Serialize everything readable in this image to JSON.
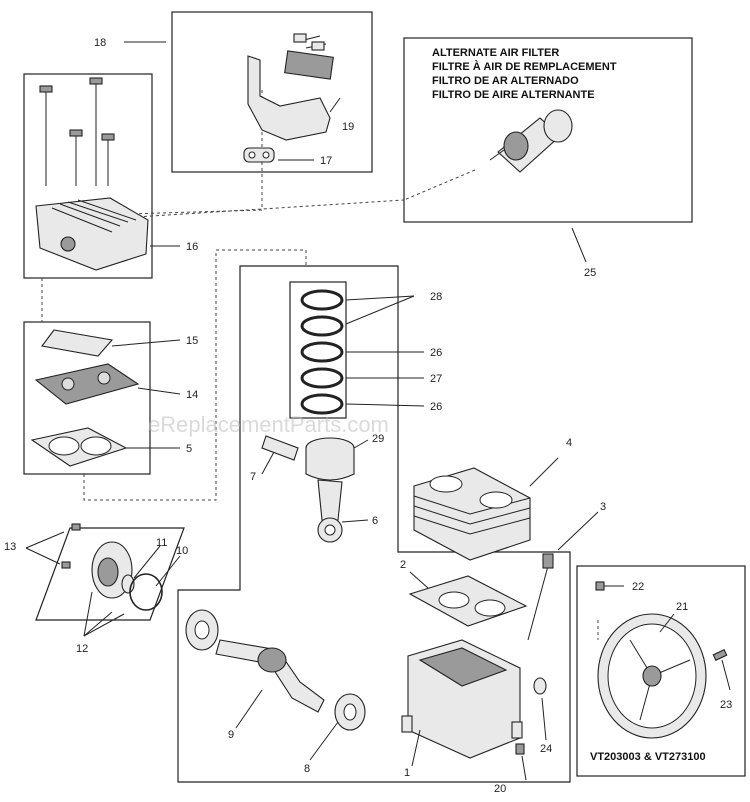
{
  "watermark": "eReplacementParts.com",
  "filter_labels": [
    "ALTERNATE AIR FILTER",
    "FILTRE À AIR DE REMPLACEMENT",
    "FILTRO DE AR ALTERNADO",
    "FILTRO DE AIRE ALTERNANTE"
  ],
  "model_label": "VT203003 & VT273100",
  "callouts": {
    "c1": "1",
    "c2": "2",
    "c3": "3",
    "c4": "4",
    "c5": "5",
    "c6": "6",
    "c7": "7",
    "c8": "8",
    "c9": "9",
    "c10": "10",
    "c11": "11",
    "c12": "12",
    "c13": "13",
    "c14": "14",
    "c15": "15",
    "c16": "16",
    "c17": "17",
    "c18": "18",
    "c19": "19",
    "c20": "20",
    "c21": "21",
    "c22": "22",
    "c23": "23",
    "c24": "24",
    "c25": "25",
    "c26a": "26",
    "c26b": "26",
    "c27": "27",
    "c28": "28",
    "c29": "29"
  }
}
